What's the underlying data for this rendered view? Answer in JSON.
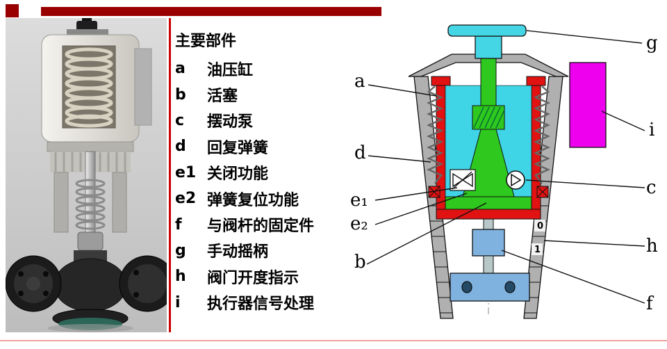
{
  "slide": {
    "accent_color": "#990000",
    "bottom_rule_color": "#ef9f9f"
  },
  "parts_list": {
    "title": "主要部件",
    "items": [
      {
        "key": "a",
        "label": "油压缸"
      },
      {
        "key": "b",
        "label": "活塞"
      },
      {
        "key": "c",
        "label": "摆动泵"
      },
      {
        "key": "d",
        "label": "回复弹簧"
      },
      {
        "key": "e1",
        "label": "关闭功能"
      },
      {
        "key": "e2",
        "label": "弹簧复位功能"
      },
      {
        "key": "f",
        "label": "与阀杆的固定件"
      },
      {
        "key": "g",
        "label": "手动摇柄"
      },
      {
        "key": "h",
        "label": "阀门开度指示"
      },
      {
        "key": "i",
        "label": "执行器信号处理"
      }
    ]
  },
  "diagram": {
    "labels": {
      "a": "a",
      "d": "d",
      "e1": "e₁",
      "e2": "e₂",
      "b": "b",
      "g": "g",
      "i": "i",
      "c": "c",
      "h": "h",
      "f": "f"
    },
    "scale": {
      "zero": "0",
      "one": "1"
    },
    "colors": {
      "cylinder": "#e01212",
      "fluid": "#3fd4e6",
      "piston": "#2ec81e",
      "handle": "#45d6e6",
      "signal_module": "#ee00ee",
      "stem_block": "#7fb2df"
    }
  }
}
